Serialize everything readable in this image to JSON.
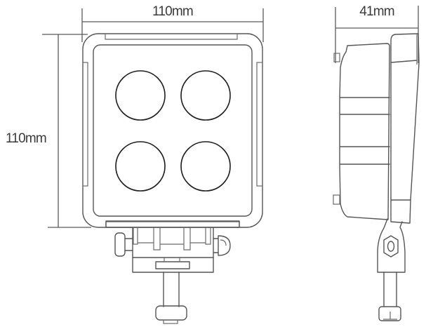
{
  "diagram": {
    "title": "",
    "subject": "LED work light dimension drawing",
    "views": [
      {
        "name": "front-view",
        "description": "Square lamp housing with 4 round LED lenses and bottom mounting bracket"
      },
      {
        "name": "side-view",
        "description": "Side profile of housing with pivot mount and bolt"
      }
    ],
    "dimensions": {
      "front_width": {
        "label": "110mm",
        "value": 110,
        "unit": "mm"
      },
      "front_height": {
        "label": "110mm",
        "value": 110,
        "unit": "mm"
      },
      "side_depth": {
        "label": "41mm",
        "value": 41,
        "unit": "mm"
      }
    },
    "lens_count": 4,
    "colors": {
      "line": "#555555",
      "lens_outline": "#1e1e1e",
      "text": "#3a3a3a",
      "background": "#ffffff"
    }
  }
}
